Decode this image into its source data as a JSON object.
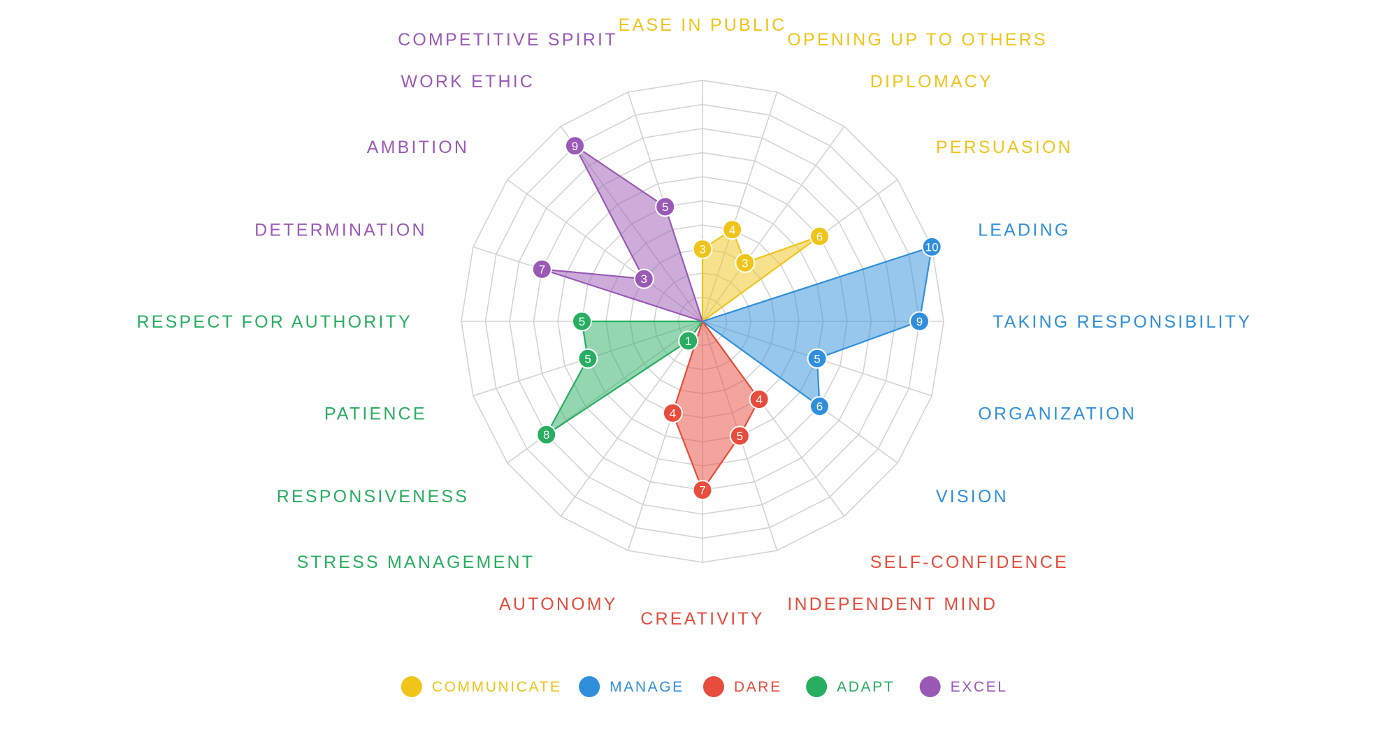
{
  "chart_data": {
    "type": "radar",
    "scale_max": 10,
    "grid_levels": 10,
    "grid": true,
    "legend_position": "bottom",
    "categories": [
      "EASE IN PUBLIC",
      "OPENING UP TO OTHERS",
      "DIPLOMACY",
      "PERSUASION",
      "LEADING",
      "TAKING RESPONSIBILITY",
      "ORGANIZATION",
      "VISION",
      "SELF-CONFIDENCE",
      "INDEPENDENT MIND",
      "CREATIVITY",
      "AUTONOMY",
      "STRESS MANAGEMENT",
      "RESPONSIVENESS",
      "PATIENCE",
      "RESPECT FOR AUTHORITY",
      "DETERMINATION",
      "AMBITION",
      "WORK ETHIC",
      "COMPETITIVE SPIRIT"
    ],
    "series": [
      {
        "name": "COMMUNICATE",
        "color": "#f0c419",
        "categories": [
          "EASE IN PUBLIC",
          "OPENING UP TO OTHERS",
          "DIPLOMACY",
          "PERSUASION"
        ],
        "values": [
          3,
          4,
          3,
          6
        ]
      },
      {
        "name": "MANAGE",
        "color": "#2f8fdc",
        "categories": [
          "LEADING",
          "TAKING RESPONSIBILITY",
          "ORGANIZATION",
          "VISION"
        ],
        "values": [
          10,
          9,
          5,
          6
        ]
      },
      {
        "name": "DARE",
        "color": "#e74c3c",
        "categories": [
          "SELF-CONFIDENCE",
          "INDEPENDENT MIND",
          "CREATIVITY",
          "AUTONOMY"
        ],
        "values": [
          4,
          5,
          7,
          4
        ]
      },
      {
        "name": "ADAPT",
        "color": "#27ae60",
        "categories": [
          "STRESS MANAGEMENT",
          "RESPONSIVENESS",
          "PATIENCE",
          "RESPECT FOR AUTHORITY"
        ],
        "values": [
          1,
          8,
          5,
          5
        ]
      },
      {
        "name": "EXCEL",
        "color": "#9b59b6",
        "categories": [
          "DETERMINATION",
          "AMBITION",
          "WORK ETHIC",
          "COMPETITIVE SPIRIT"
        ],
        "values": [
          7,
          3,
          9,
          5
        ]
      }
    ]
  }
}
